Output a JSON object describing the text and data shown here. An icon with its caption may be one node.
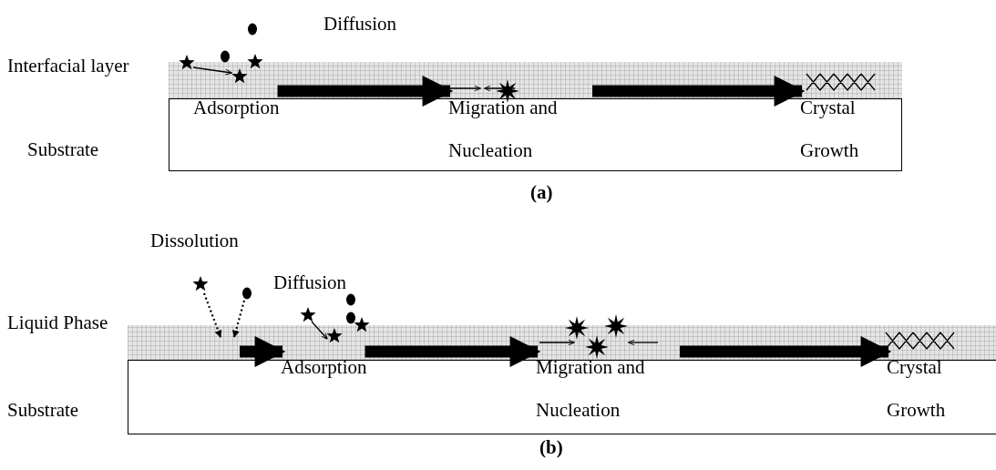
{
  "diagram": {
    "nodes": [
      {
        "text": [
          "Adsorption"
        ]
      },
      {
        "text": [
          "Migration and Nucleation"
        ]
      },
      {
        "text": [
          "Crystal Growth"
        ]
      },
      {
        "text": [
          "Adsorption"
        ]
      },
      {
        "text": [
          "Migration and Nucleation"
        ]
      },
      {
        "text": [
          "Crystal Growth"
        ]
      }
    ],
    "edges": [
      {
        "from": 0,
        "to": 1,
        "arrow": "to"
      },
      {
        "from": 1,
        "to": 2,
        "arrow": "to"
      },
      {
        "from": null,
        "to": 3,
        "arrow": "to"
      },
      {
        "from": 3,
        "to": 4,
        "arrow": "to"
      },
      {
        "from": 4,
        "to": 5,
        "arrow": "to"
      }
    ],
    "labels": [
      "Diffusion",
      "Interfacial layer",
      "Substrate",
      "(a)",
      "Dissolution",
      "Diffusion",
      "Liquid Phase",
      "Substrate",
      "(b)"
    ]
  }
}
